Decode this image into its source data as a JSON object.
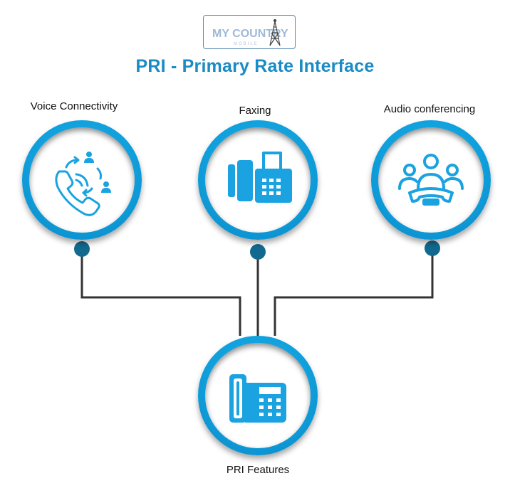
{
  "logo": {
    "text_main": "MY COUNTRY",
    "text_sub": "MOBILE"
  },
  "title": "PRI - Primary Rate Interface",
  "nodes": {
    "voice": {
      "label": "Voice Connectivity"
    },
    "faxing": {
      "label": "Faxing"
    },
    "audio": {
      "label": "Audio conferencing"
    },
    "pri": {
      "label": "PRI Features"
    }
  },
  "colors": {
    "accent": "#1a8bc4",
    "ring": "#0f9fdc",
    "icon": "#1aa3e0",
    "dot": "#12698f",
    "line": "#333333"
  },
  "icons": {
    "voice": "phone-call-transfer-icon",
    "faxing": "fax-machine-icon",
    "audio": "audio-conference-icon",
    "pri": "desk-phone-icon"
  }
}
